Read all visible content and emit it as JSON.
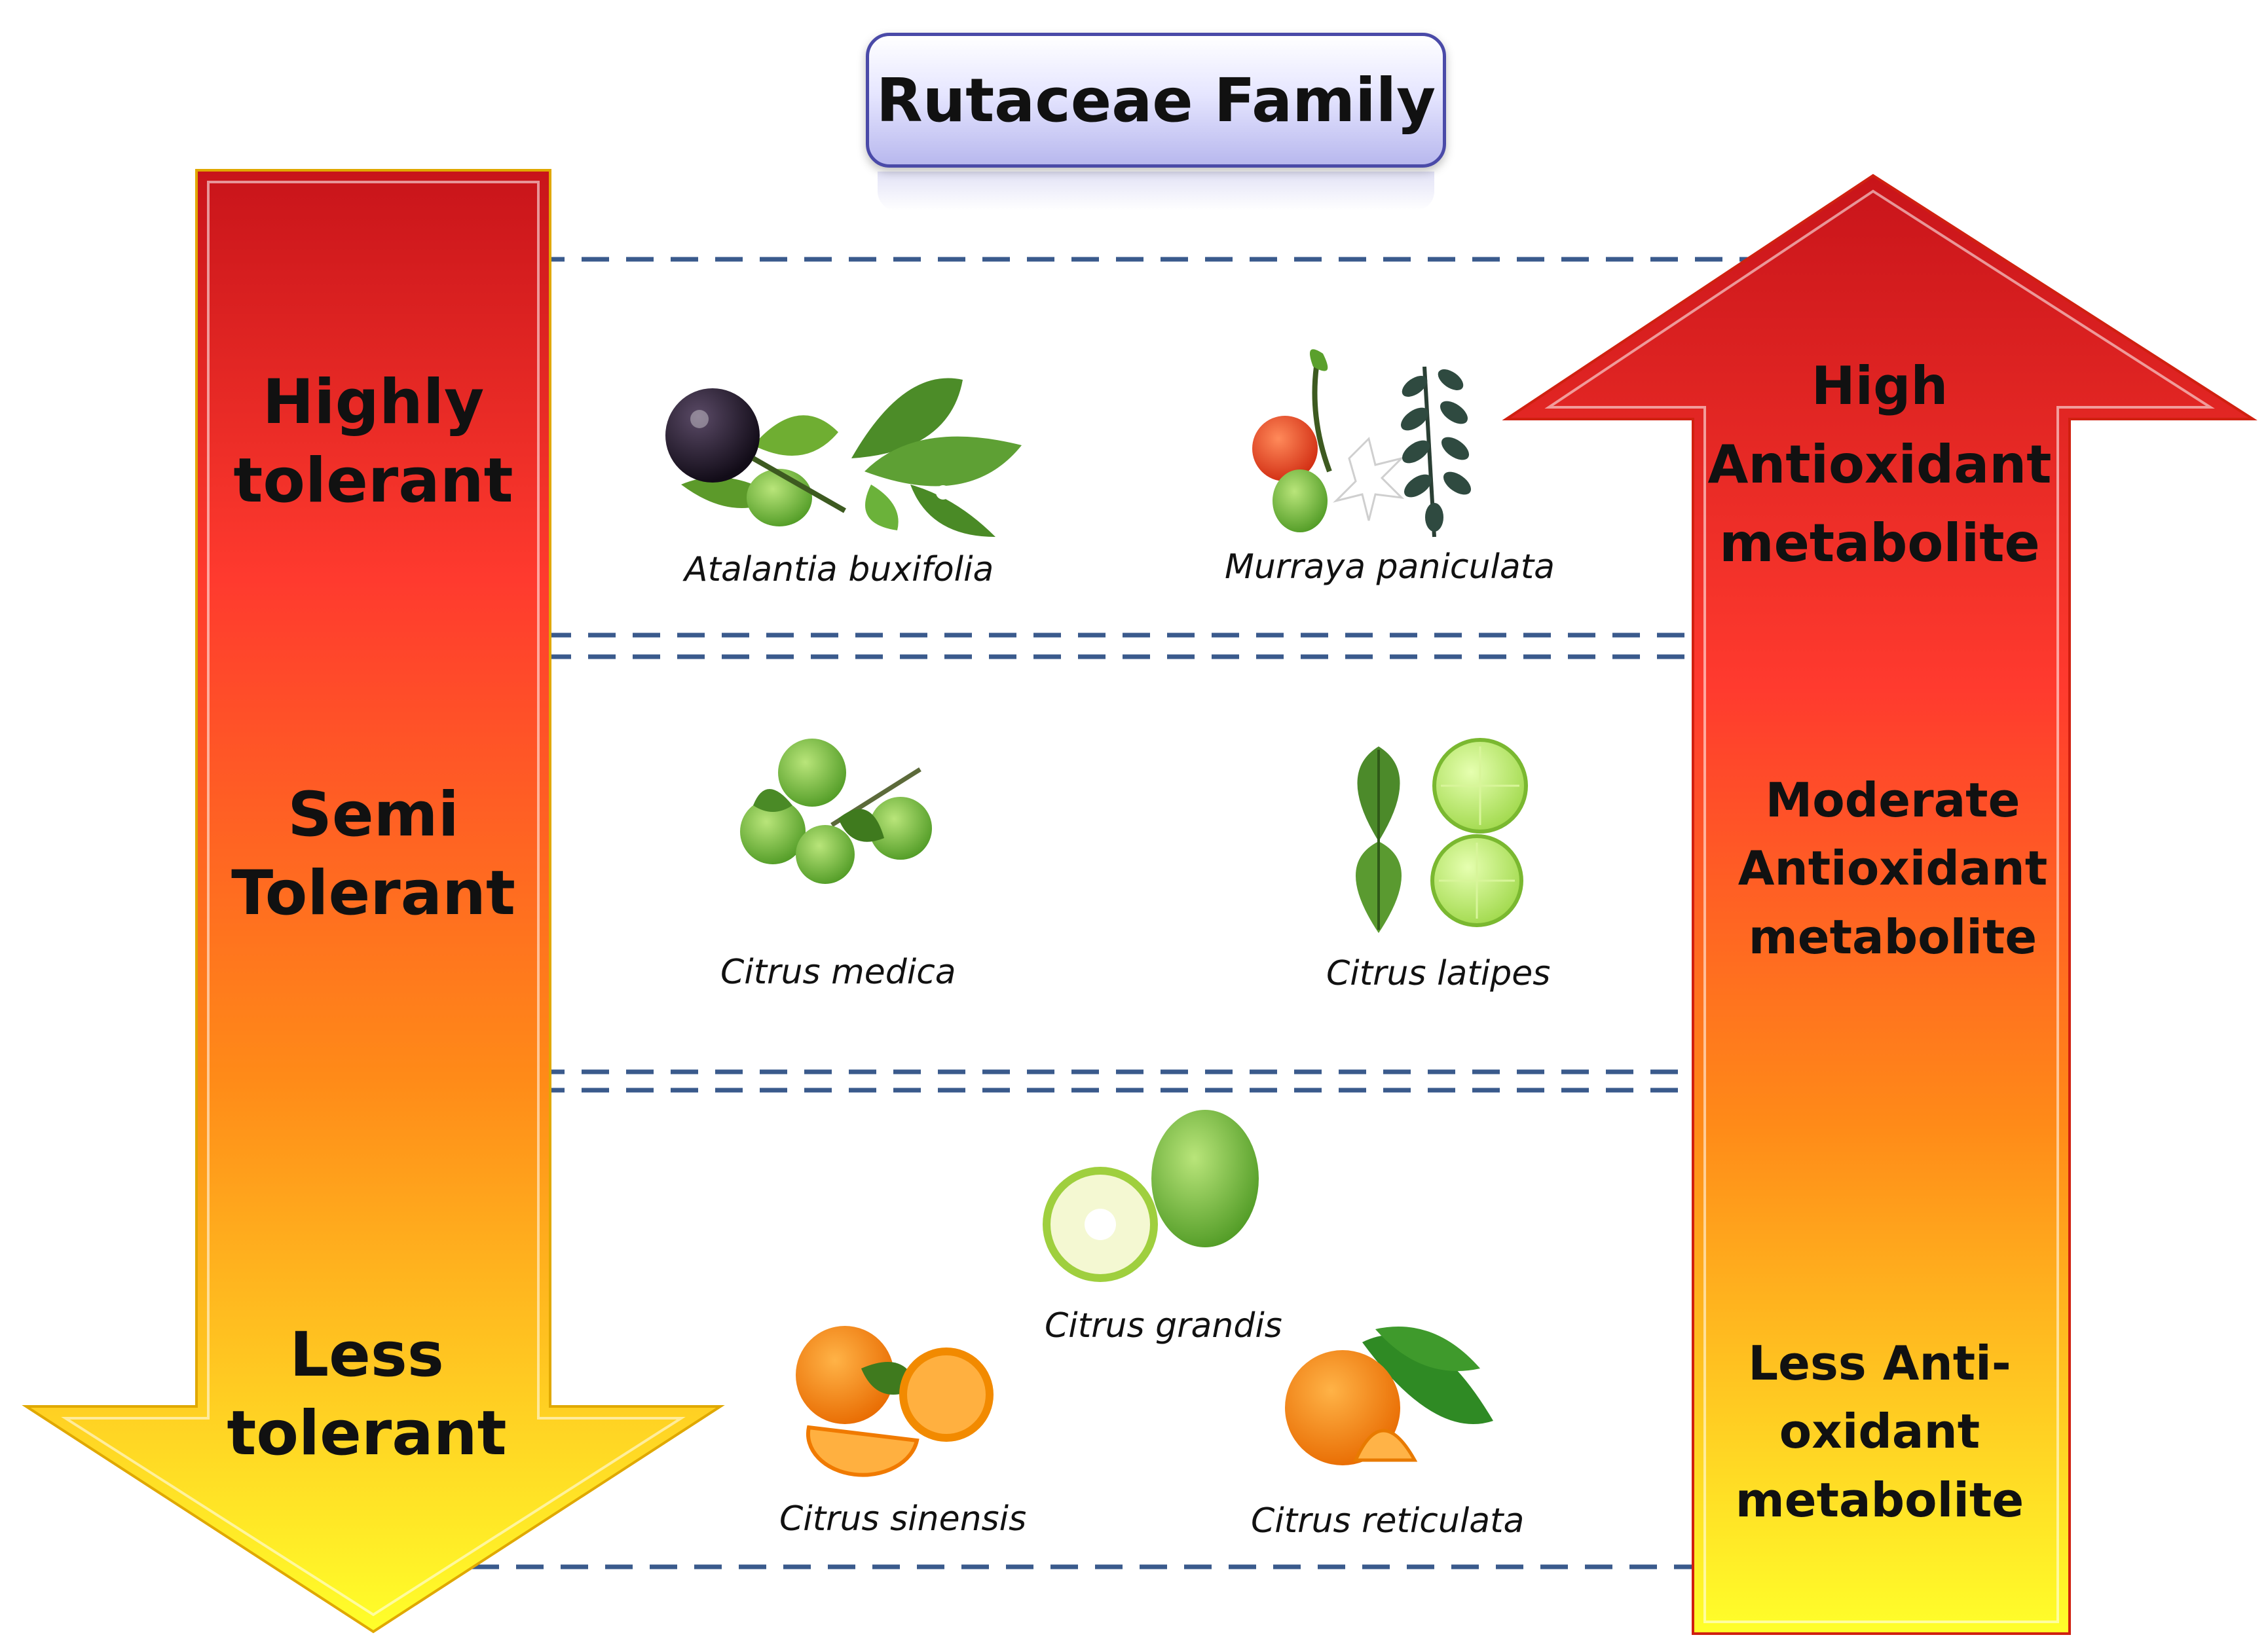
{
  "title": "Rutaceae Family",
  "left_arrow": {
    "levels": [
      [
        "Highly",
        "tolerant"
      ],
      [
        "Semi",
        "Tolerant"
      ],
      [
        "Less",
        "tolerant"
      ]
    ],
    "colors": {
      "top": "#d8141c",
      "middle": "#ff7a1a",
      "bottom": "#ffff2a"
    }
  },
  "right_arrow": {
    "levels": [
      [
        "High",
        "Antioxidant",
        "metabolite"
      ],
      [
        "Moderate",
        "Antioxidant",
        "metabolite"
      ],
      [
        "Less Anti-",
        "oxidant",
        "metabolite"
      ]
    ]
  },
  "species": {
    "atalantia": "Atalantia buxifolia",
    "murraya": "Murraya paniculata",
    "medica": "Citrus medica",
    "latipes": "Citrus latipes",
    "grandis": "Citrus grandis",
    "sinensis": "Citrus sinensis",
    "reticulata": "Citrus reticulata"
  },
  "divider_color": "#3a5a8c"
}
